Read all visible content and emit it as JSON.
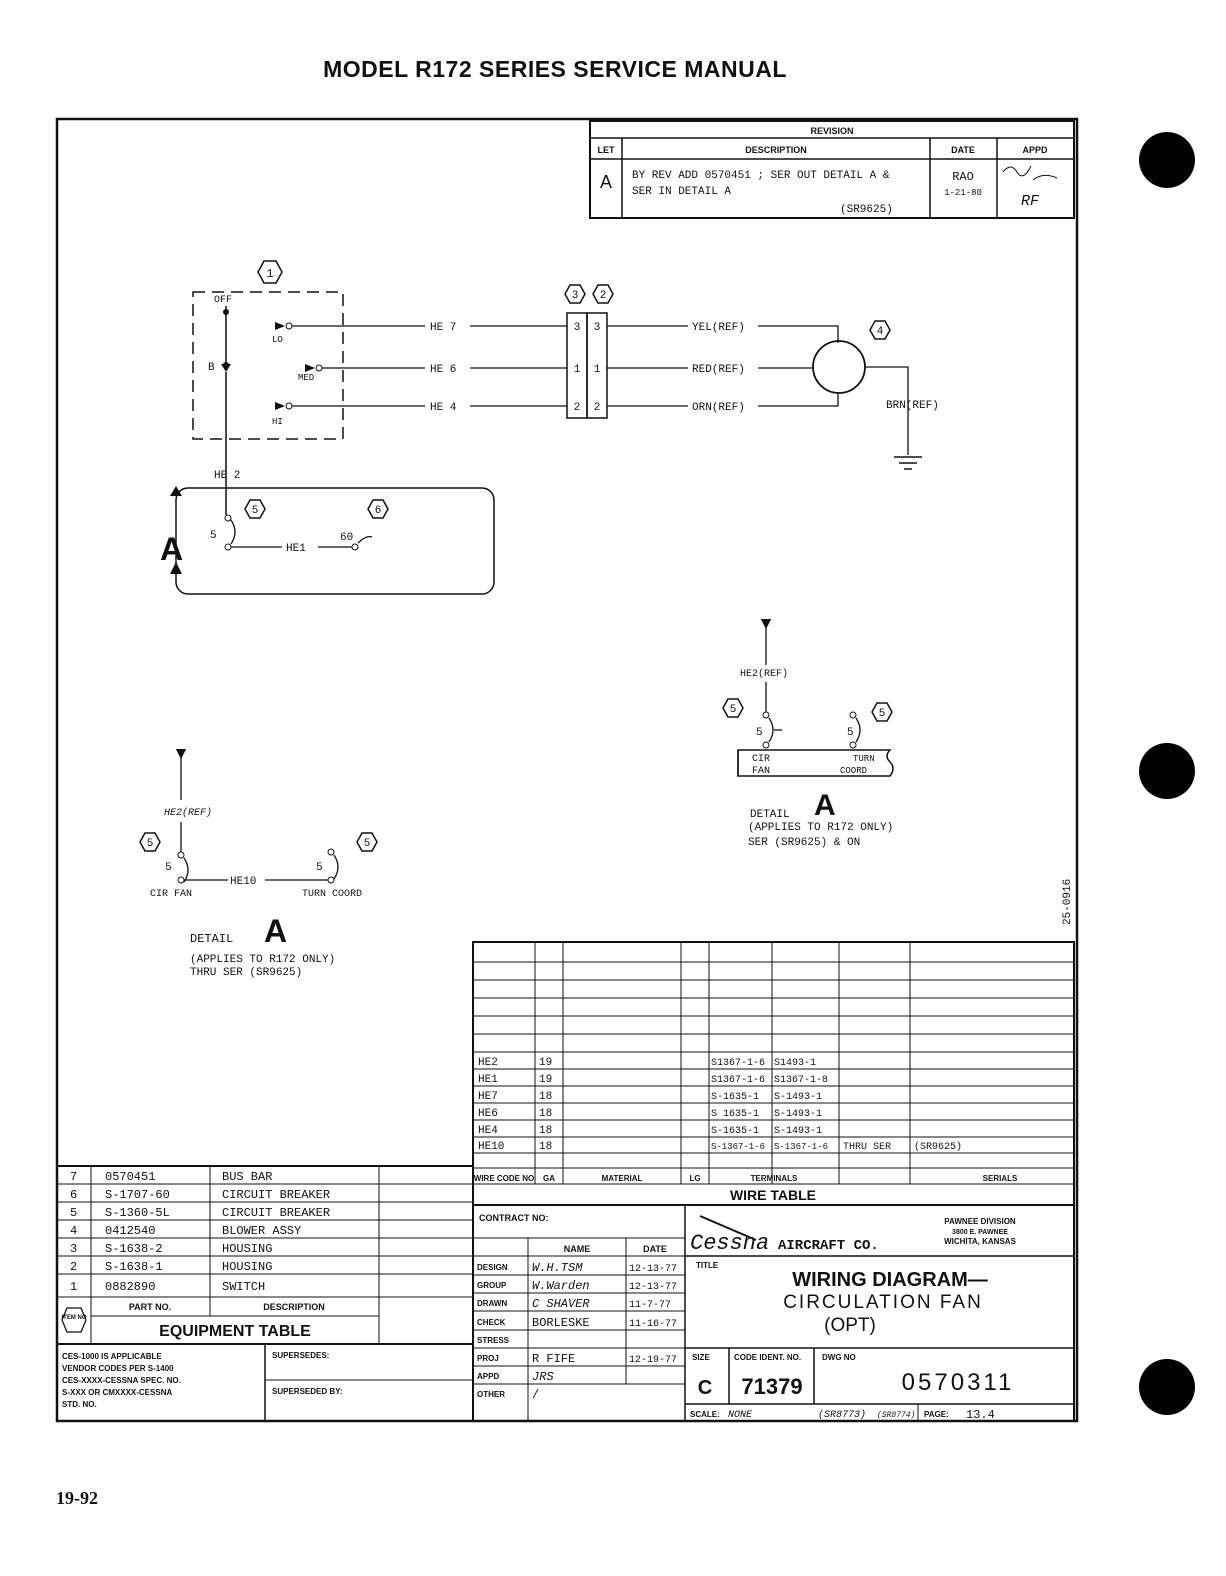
{
  "header": {
    "title": "MODEL R172 SERIES SERVICE MANUAL"
  },
  "page_number": "19-92",
  "revision_block": {
    "title": "REVISION",
    "columns": [
      "LET",
      "DESCRIPTION",
      "DATE",
      "APPD"
    ],
    "letter": "A",
    "description_line1": "BY REV ADD 0570451 ; SER OUT DETAIL A &",
    "description_line2": "SER IN DETAIL A",
    "description_ref": "(SR9625)",
    "date_by": "RAO",
    "date": "1-21-80",
    "appd": "RF"
  },
  "schematic": {
    "item1": "1",
    "item2": "2",
    "item3": "3",
    "item4": "4",
    "item5": "5",
    "item6": "6",
    "switch_off": "OFF",
    "switch_b": "B",
    "switch_lo": "LO",
    "switch_med": "MED",
    "switch_hi": "HI",
    "wire_he7": "HE 7",
    "wire_he6": "HE 6",
    "wire_he4": "HE 4",
    "wire_he2": "HE 2",
    "wire_he1": "HE1",
    "pin3": "3",
    "pin1": "1",
    "pin2": "2",
    "yel": "YEL(REF)",
    "red": "RED(REF)",
    "orn": "ORN(REF)",
    "brn": "BRN(REF)",
    "cb_5": "5",
    "cb_60": "60",
    "detail_ref": "A"
  },
  "detail_thru": {
    "he2ref": "HE2(REF)",
    "he10": "HE10",
    "cb_left": "5",
    "cb_right": "5",
    "cir_fan": "CIR FAN",
    "turn_coord": "TURN COORD",
    "detail_label": "DETAIL",
    "detail_letter": "A",
    "note1": "(APPLIES TO R172 ONLY)",
    "note2": "THRU SER (SR9625)"
  },
  "detail_ser": {
    "he2ref": "HE2(REF)",
    "cb_left": "5",
    "cb_right": "5",
    "cir": "CIR",
    "fan": "FAN",
    "turn": "TURN",
    "coord": "COORD",
    "detail_label": "DETAIL",
    "detail_letter": "A",
    "note1": "(APPLIES TO R172 ONLY)",
    "note2": "SER (SR9625) & ON"
  },
  "side_number": "25-0916",
  "wire_table": {
    "title": "WIRE TABLE",
    "headers": [
      "WIRE CODE NO",
      "GA",
      "MATERIAL",
      "LG",
      "TERMINALS",
      "SERIALS"
    ],
    "rows": [
      {
        "code": "HE2",
        "ga": "19",
        "t1": "S1367-1-6",
        "t2": "S1493-1",
        "serial": ""
      },
      {
        "code": "HE1",
        "ga": "19",
        "t1": "S1367-1-6",
        "t2": "S1367-1-8",
        "serial": ""
      },
      {
        "code": "HE7",
        "ga": "18",
        "t1": "S-1635-1",
        "t2": "S-1493-1",
        "serial": ""
      },
      {
        "code": "HE6",
        "ga": "18",
        "t1": "S 1635-1",
        "t2": "S-1493-1",
        "serial": ""
      },
      {
        "code": "HE4",
        "ga": "18",
        "t1": "S-1635-1",
        "t2": "S-1493-1",
        "serial": ""
      },
      {
        "code": "HE10",
        "ga": "18",
        "t1": "S-1367-1-6",
        "t2": "S-1367-1-6",
        "serial": "THRU SER",
        "serial2": "(SR9625)"
      }
    ]
  },
  "equipment_table": {
    "title": "EQUIPMENT TABLE",
    "headers": [
      "ITEM NO",
      "PART NO.",
      "DESCRIPTION"
    ],
    "rows": [
      {
        "item": "7",
        "part": "0570451",
        "desc": "BUS BAR"
      },
      {
        "item": "6",
        "part": "S-1707-60",
        "desc": "CIRCUIT BREAKER"
      },
      {
        "item": "5",
        "part": "S-1360-5L",
        "desc": "CIRCUIT BREAKER"
      },
      {
        "item": "4",
        "part": "0412540",
        "desc": "BLOWER ASSY"
      },
      {
        "item": "3",
        "part": "S-1638-2",
        "desc": "HOUSING"
      },
      {
        "item": "2",
        "part": "S-1638-1",
        "desc": "HOUSING"
      },
      {
        "item": "1",
        "part": "0882890",
        "desc": "SWITCH"
      }
    ]
  },
  "notes_block": {
    "lines": [
      "CES-1000 IS APPLICABLE",
      "VENDOR CODES PER S-1400",
      "CES-XXXX-CESSNA SPEC. NO.",
      "S-XXX OR CMXXXX-CESSNA",
      "STD. NO."
    ],
    "supersedes": "SUPERSEDES:",
    "superseded_by": "SUPERSEDED BY:"
  },
  "title_block": {
    "contract": "CONTRACT NO:",
    "name_header": "NAME",
    "date_header": "DATE",
    "signoffs": [
      {
        "role": "DESIGN",
        "name": "W.H.TSM",
        "date": "12-13-77"
      },
      {
        "role": "GROUP",
        "name": "W.Warden",
        "date": "12-13-77"
      },
      {
        "role": "DRAWN",
        "name": "C SHAVER",
        "date": "11-7-77"
      },
      {
        "role": "CHECK",
        "name": "BORLESKE",
        "date": "11-16-77"
      },
      {
        "role": "STRESS",
        "name": "",
        "date": ""
      },
      {
        "role": "PROJ",
        "name": "R FIFE",
        "date": "12-19-77"
      },
      {
        "role": "APPD",
        "name": "JRS",
        "date": ""
      },
      {
        "role": "OTHER",
        "name": "/",
        "date": ""
      }
    ],
    "company_logo": "Cessna",
    "company_rest": "AIRCRAFT CO.",
    "division": [
      "PAWNEE DIVISION",
      "3800 E. PAWNEE",
      "WICHITA, KANSAS"
    ],
    "title_label": "TITLE",
    "title_line1": "WIRING DIAGRAM—",
    "title_line2": "CIRCULATION FAN",
    "title_line3": "(OPT)",
    "size_label": "SIZE",
    "size": "C",
    "code_ident_label": "CODE IDENT. NO.",
    "code_ident": "71379",
    "dwg_label": "DWG NO",
    "dwg_no": "0570311",
    "scale_label": "SCALE:",
    "scale": "NONE",
    "sr1": "(SR8773)",
    "sr2": "(SR8774)",
    "page_label": "PAGE:",
    "page": "13.4"
  }
}
